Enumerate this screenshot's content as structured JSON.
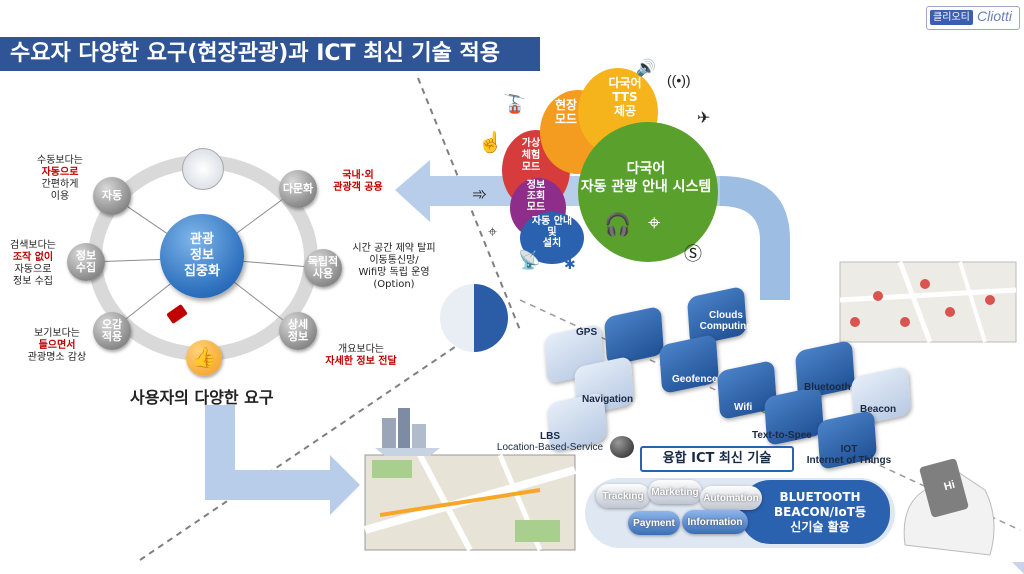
{
  "brand": {
    "ko": "클리오티",
    "en": "Cliotti"
  },
  "title": "수요자 다양한 요구(현장관광)과 ICT 최신 기술 적용",
  "hub": {
    "line1": "관광",
    "line2": "정보",
    "line3": "집중화"
  },
  "satellites": {
    "auto": "자동",
    "multicultural": "다문화",
    "info_collect_1": "정보",
    "info_collect_2": "수집",
    "independent_1": "독립적",
    "independent_2": "사용",
    "senses_1": "오감",
    "senses_2": "적용",
    "detail_1": "상세",
    "detail_2": "정보"
  },
  "notes": {
    "auto_1": "수동보다는",
    "auto_2": "자동으로",
    "auto_3": "간편하게",
    "auto_4": "이용",
    "multi_1": "국내·외",
    "multi_2": "관광객 공용",
    "search_1": "검색보다는",
    "search_2": "조작 없이",
    "search_3": "자동으로",
    "search_4": "정보 수집",
    "indep_1": "시간 공간 제약 탈피",
    "indep_2": "이동통신망/",
    "indep_3": "Wifi망 독립 운영",
    "indep_4": "(Option)",
    "view_1": "보기보다는",
    "view_2": "들으면서",
    "view_3": "관광명소 감상",
    "read_1": "개요보다는",
    "read_2": "자세한 정보 전달"
  },
  "user_needs": "사용자의 다양한 요구",
  "flower": {
    "main_1": "다국어",
    "main_2": "자동 관광 안내 시스템",
    "tts_1": "다국어",
    "tts_2": "TTS",
    "tts_3": "제공",
    "site_1": "현장",
    "site_2": "모드",
    "vr_1": "가상",
    "vr_2": "체험",
    "vr_3": "모드",
    "lookup_1": "정보",
    "lookup_2": "조회",
    "lookup_3": "모드",
    "guide_1": "자동 안내",
    "guide_2": "및",
    "guide_3": "설치"
  },
  "tech": {
    "gps": "GPS",
    "clouds_1": "Clouds",
    "clouds_2": "Computing",
    "geofence": "Geofence",
    "navigation": "Navigation",
    "wifi": "Wifi",
    "bluetooth": "Bluetooth",
    "beacon": "Beacon",
    "tts": "Text-to-Spee",
    "iot_1": "IOT",
    "iot_2": "Internet of Things",
    "lbs_1": "LBS",
    "lbs_2": "Location-Based-Service"
  },
  "fusion": "융합 ICT 최신 기술",
  "bar": {
    "tracking": "Tracking",
    "marketing": "Marketing",
    "automation": "Automation",
    "payment": "Payment",
    "information": "Information",
    "cta_1": "BLUETOOTH",
    "cta_2": "BEACON/IoT등",
    "cta_3": "신기술 활용"
  },
  "hi": "Hi",
  "colors": {
    "title_bg": "#2f5597",
    "hub_blue": "#2c6fbd",
    "highlight_red": "#c00000",
    "flower_green": "#5aa02c",
    "flower_orange": "#f39c1f",
    "flower_red": "#d63c3c",
    "flower_purple": "#8e2d8a"
  }
}
